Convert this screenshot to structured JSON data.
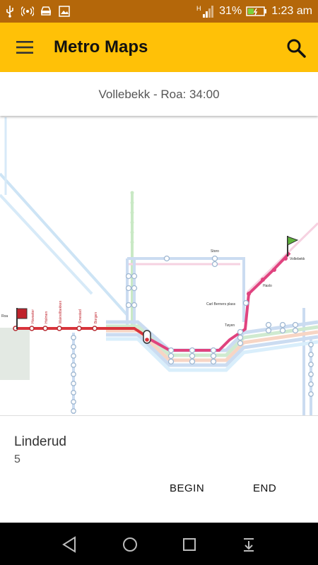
{
  "status": {
    "battery": "31%",
    "time": "1:23 am"
  },
  "appbar": {
    "title": "Metro Maps"
  },
  "route": {
    "summary": "Vollebekk - Roa: 34:00"
  },
  "map": {
    "labels": [
      "Vollebekk",
      "Haslo",
      "Carl Berners plass",
      "Storo",
      "Tøyen",
      "Roa",
      "Hovseter",
      "Holmen",
      "Makrellbekken",
      "Smestad",
      "Borgen"
    ]
  },
  "info": {
    "station": "Linderud",
    "count": "5",
    "begin_label": "BEGIN",
    "end_label": "END"
  },
  "colors": {
    "status_bar": "#b4670a",
    "app_bar": "#ffc107",
    "route_red": "#d9343b",
    "route_pink": "#e0437f",
    "line_blue": "#bcd7ef",
    "line_green": "#c9e9c5"
  }
}
